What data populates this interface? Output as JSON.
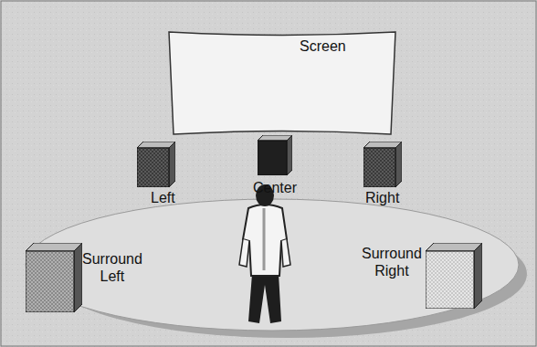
{
  "diagram": {
    "nodes": [
      {
        "text": [
          "Screen"
        ]
      },
      {
        "text": [
          "Left"
        ]
      },
      {
        "text": [
          "Center"
        ]
      },
      {
        "text": [
          "Right"
        ]
      },
      {
        "text": [
          "Surround Left"
        ]
      },
      {
        "text": [
          "Surround Right"
        ]
      }
    ]
  }
}
